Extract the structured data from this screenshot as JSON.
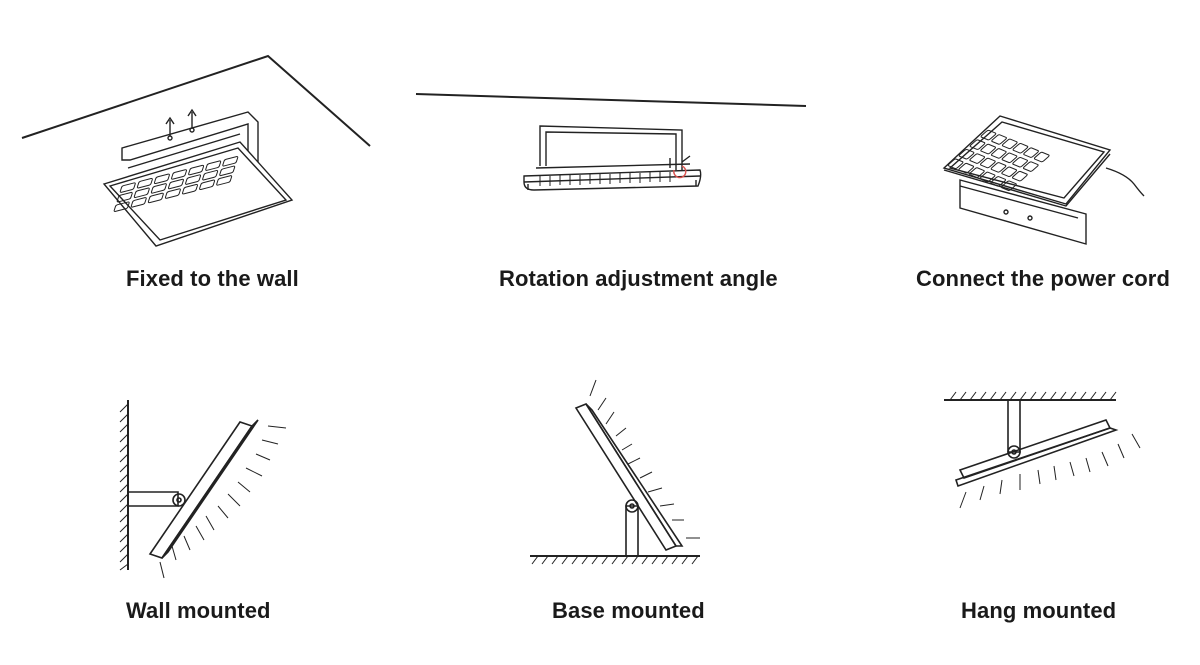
{
  "steps": [
    {
      "id": "fixed-wall",
      "caption": "Fixed to the wall"
    },
    {
      "id": "rotation",
      "caption": "Rotation adjustment angle"
    },
    {
      "id": "power-cord",
      "caption": "Connect the power cord"
    }
  ],
  "mounts": [
    {
      "id": "wall",
      "caption": "Wall mounted"
    },
    {
      "id": "base",
      "caption": "Base mounted"
    },
    {
      "id": "hang",
      "caption": "Hang mounted"
    }
  ],
  "colors": {
    "stroke": "#222222",
    "accent": "#d9534f",
    "text": "#1a1a1a"
  }
}
